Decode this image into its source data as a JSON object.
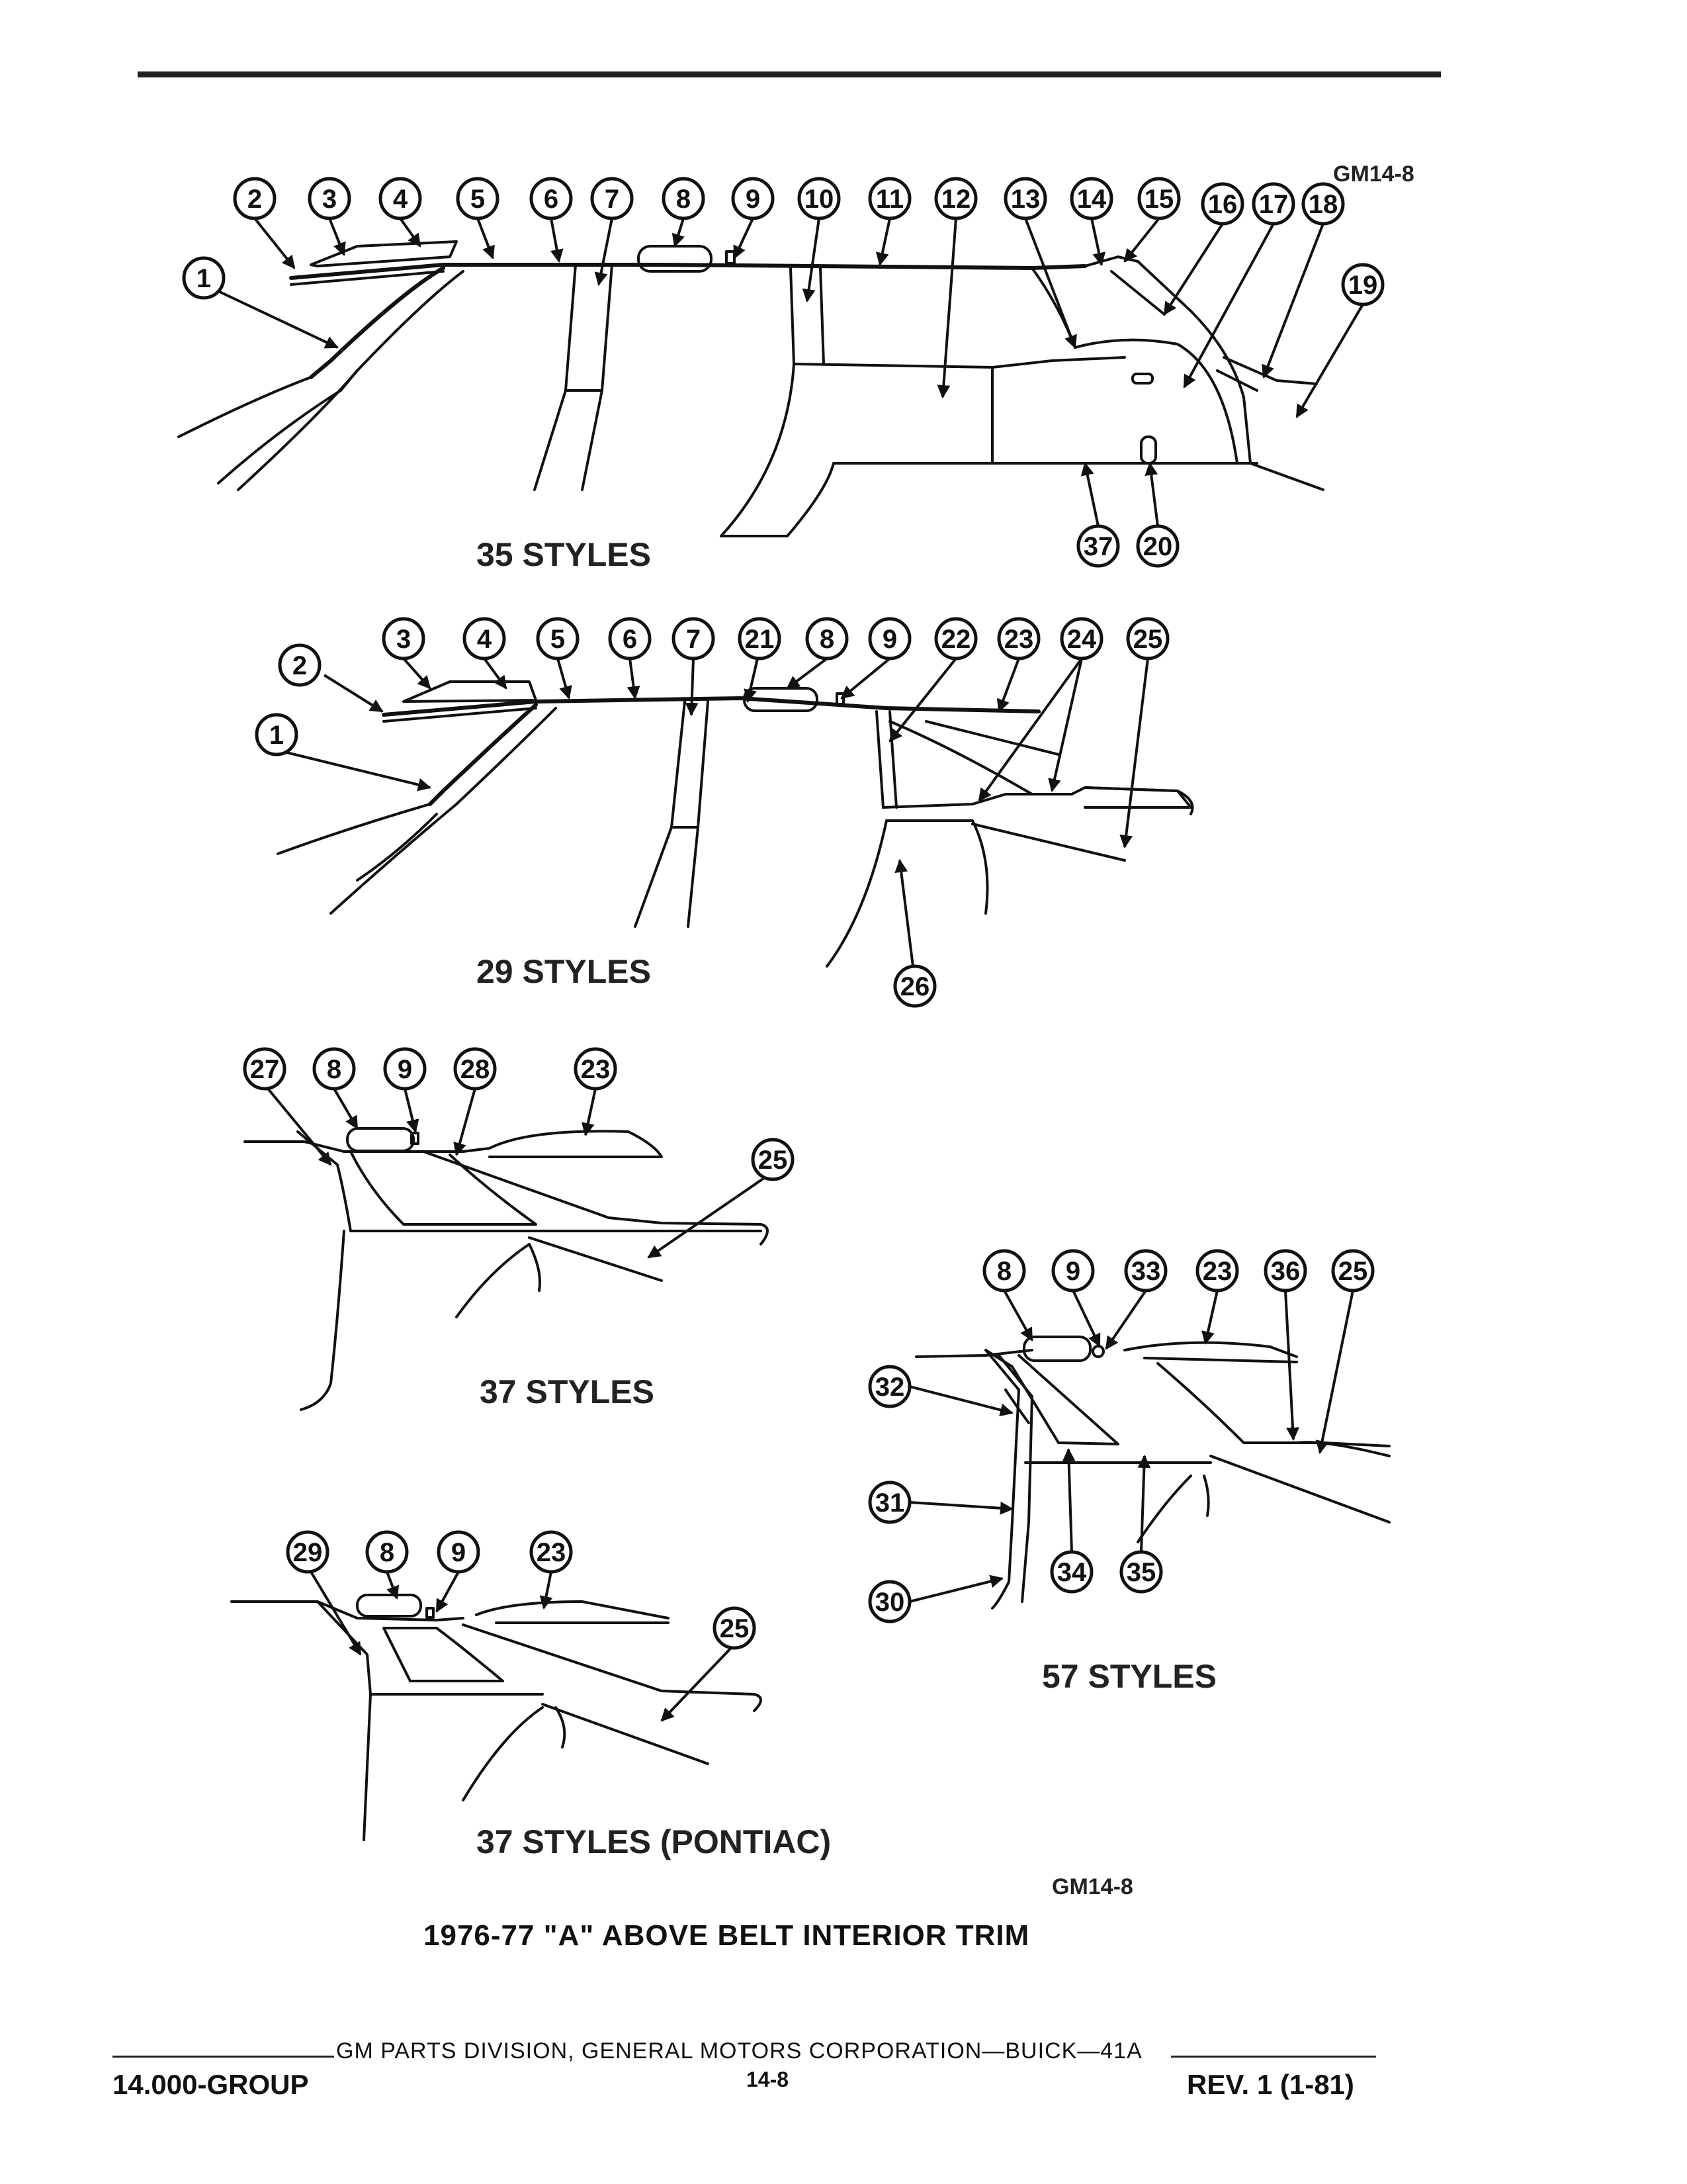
{
  "doc": {
    "figure_code_top": "GM14-8",
    "figure_code_bottom": "GM14-8",
    "diagram_title": "1976-77 \"A\" ABOVE BELT INTERIOR TRIM"
  },
  "views": [
    {
      "id": "v35",
      "label": "35 STYLES",
      "callouts": [
        "1",
        "2",
        "3",
        "4",
        "5",
        "6",
        "7",
        "8",
        "9",
        "10",
        "11",
        "12",
        "13",
        "14",
        "15",
        "16",
        "17",
        "18",
        "19",
        "37",
        "20"
      ]
    },
    {
      "id": "v29",
      "label": "29 STYLES",
      "callouts": [
        "1",
        "2",
        "3",
        "4",
        "5",
        "6",
        "7",
        "21",
        "8",
        "9",
        "22",
        "23",
        "24",
        "25",
        "26"
      ]
    },
    {
      "id": "v37",
      "label": "37 STYLES",
      "callouts": [
        "27",
        "8",
        "9",
        "28",
        "23",
        "25"
      ]
    },
    {
      "id": "v37p",
      "label": "37 STYLES (PONTIAC)",
      "callouts": [
        "29",
        "8",
        "9",
        "23",
        "25"
      ]
    },
    {
      "id": "v57",
      "label": "57 STYLES",
      "callouts": [
        "8",
        "9",
        "33",
        "23",
        "36",
        "25",
        "32",
        "31",
        "30",
        "34",
        "35"
      ]
    }
  ],
  "footer": {
    "group": "14.000-GROUP",
    "division": "GM PARTS DIVISION, GENERAL MOTORS CORPORATION—BUICK—41A",
    "page": "14-8",
    "revision": "REV. 1 (1-81)"
  }
}
